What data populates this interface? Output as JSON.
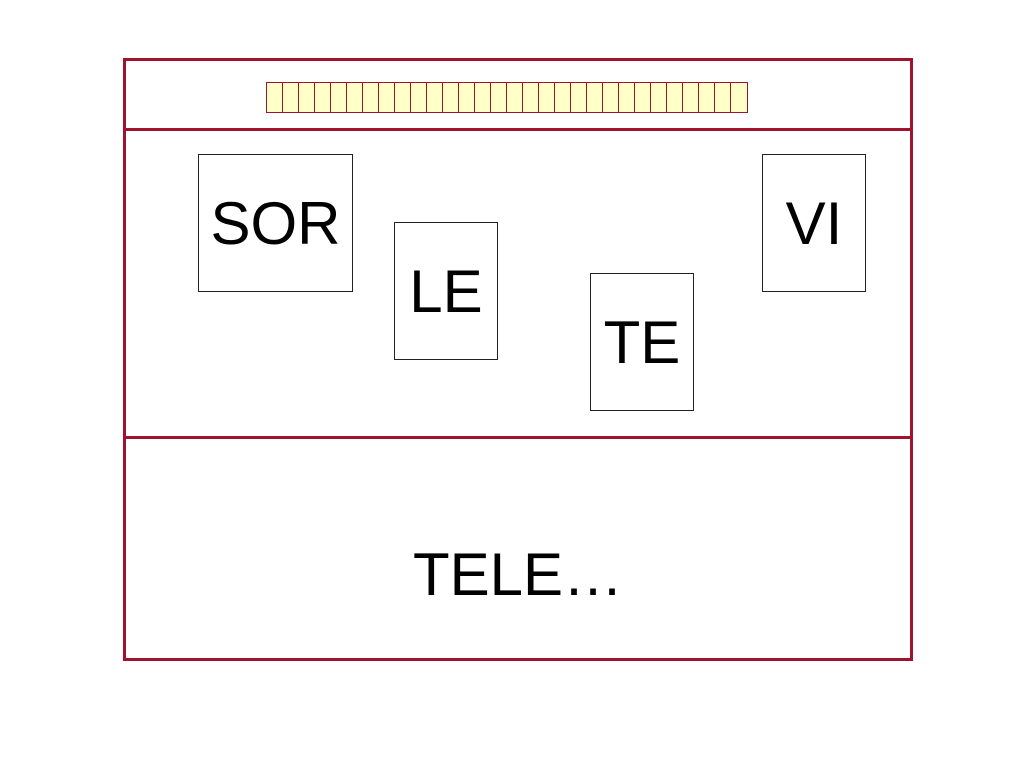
{
  "theme": {
    "frame_color": "#a0132e",
    "cell_fill": "#ffffc8",
    "tile_border": "#222222",
    "text_color": "#000000"
  },
  "tiles": [
    {
      "label": "SOR"
    },
    {
      "label": "LE"
    },
    {
      "label": "TE"
    },
    {
      "label": "VI"
    }
  ],
  "answer": {
    "text": "TELE…"
  },
  "cell_count": 30
}
